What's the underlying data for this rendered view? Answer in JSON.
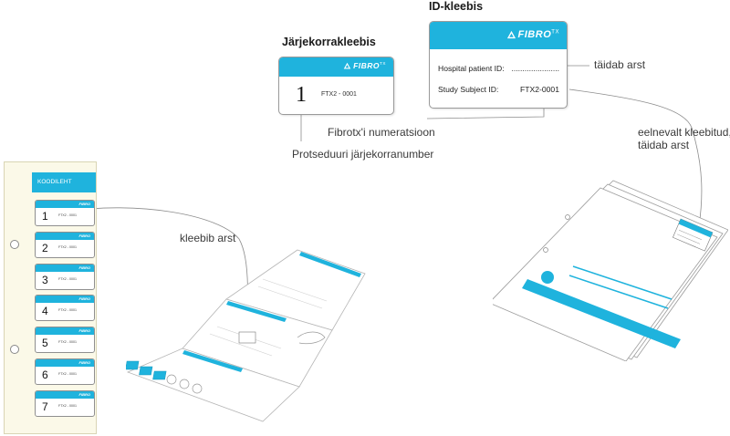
{
  "headings": {
    "id_sticker": "ID-kleebis",
    "sequence_sticker": "Järjekorrakleebis"
  },
  "brand": {
    "name": "FIBRO",
    "superscript": "TX"
  },
  "id_sticker": {
    "rows": [
      {
        "label": "Hospital patient ID:",
        "value": "......................"
      },
      {
        "label": "Study Subject ID:",
        "value": "FTX2-0001"
      }
    ]
  },
  "sequence_sticker": {
    "number": "1",
    "code": "FTX2 - 0001"
  },
  "annotations": {
    "doctor_fills": "täidab arst",
    "numbering": "Fibrotx'i numeratsioon",
    "procedure_number": "Protseduuri järjekorranumber",
    "prestuck_line1": "eelnevalt kleebitud,",
    "prestuck_line2": "täidab arst",
    "doctor_sticks": "kleebib arst"
  },
  "code_sheet": {
    "title": "KOODILEHT",
    "stickers": [
      {
        "number": "1",
        "code": "FTX2 - 0001"
      },
      {
        "number": "2",
        "code": "FTX2 - 0001"
      },
      {
        "number": "3",
        "code": "FTX2 - 0001"
      },
      {
        "number": "4",
        "code": "FTX2 - 0001"
      },
      {
        "number": "5",
        "code": "FTX2 - 0001"
      },
      {
        "number": "6",
        "code": "FTX2 - 0001"
      },
      {
        "number": "7",
        "code": "FTX2 - 0001"
      }
    ]
  },
  "colors": {
    "brand_blue": "#1fb3dd",
    "line_gray": "#8c8c8c",
    "sheet_cream": "#fbf9e8"
  }
}
